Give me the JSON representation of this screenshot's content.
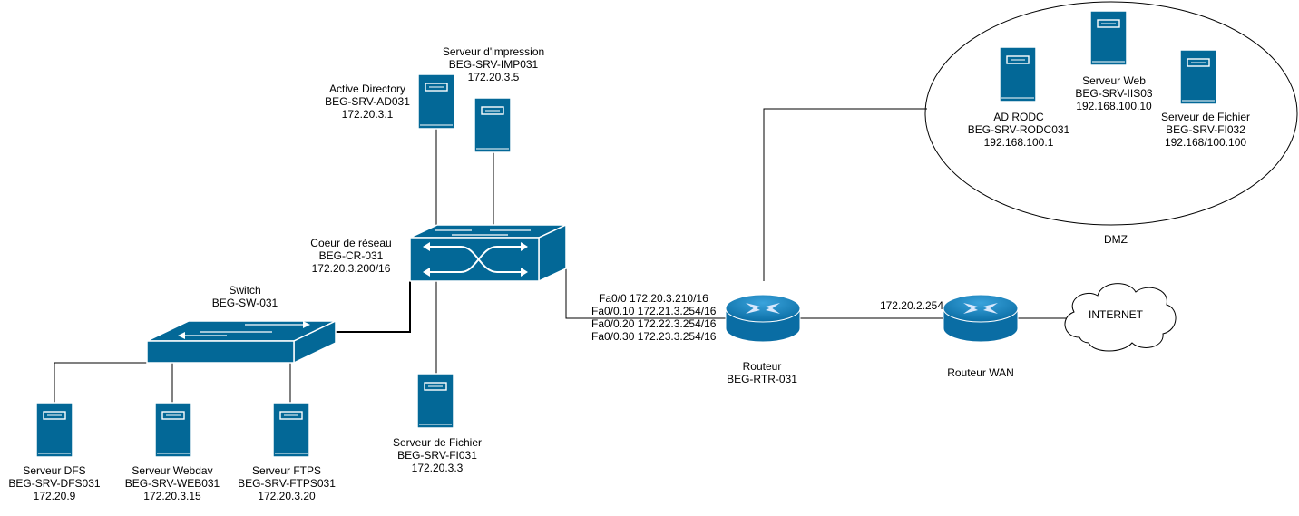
{
  "servers": {
    "active_directory": {
      "role": "Active Directory",
      "hostname": "BEG-SRV-AD031",
      "ip": "172.20.3.1"
    },
    "print": {
      "role": "Serveur d'impression",
      "hostname": "BEG-SRV-IMP031",
      "ip": "172.20.3.5"
    },
    "file_main": {
      "role": "Serveur de Fichier",
      "hostname": "BEG-SRV-FI031",
      "ip": "172.20.3.3"
    },
    "dfs": {
      "role": "Serveur DFS",
      "hostname": "BEG-SRV-DFS031",
      "ip": "172.20.9"
    },
    "webdav": {
      "role": "Serveur Webdav",
      "hostname": "BEG-SRV-WEB031",
      "ip": "172.20.3.15"
    },
    "ftps": {
      "role": "Serveur FTPS",
      "hostname": "BEG-SRV-FTPS031",
      "ip": "172.20.3.20"
    },
    "rodc": {
      "role": "AD RODC",
      "hostname": "BEG-SRV-RODC031",
      "ip": "192.168.100.1"
    },
    "web": {
      "role": "Serveur Web",
      "hostname": "BEG-SRV-IIS03",
      "ip": "192.168.100.10"
    },
    "file_dmz": {
      "role": "Serveur de Fichier",
      "hostname": "BEG-SRV-FI032",
      "ip": "192.168/100.100"
    }
  },
  "core_switch": {
    "role": "Coeur de réseau",
    "hostname": "BEG-CR-031",
    "ip": "172.20.3.200/16"
  },
  "access_switch": {
    "role": "Switch",
    "hostname": "BEG-SW-031"
  },
  "router": {
    "role": "Routeur",
    "hostname": "BEG-RTR-031",
    "interfaces": [
      "Fa0/0 172.20.3.210/16",
      "Fa0/0.10 172.21.3.254/16",
      "Fa0/0.20 172.22.3.254/16",
      "Fa0/0.30 172.23.3.254/16"
    ]
  },
  "wan_router": {
    "role": "Routeur WAN",
    "ip": "172.20.2.254"
  },
  "internet": {
    "label": "INTERNET"
  },
  "dmz": {
    "label": "DMZ"
  },
  "colors": {
    "device_fill": "#036897",
    "device_stroke": "#ffffff",
    "router_light": "#dae8fc",
    "line": "#000000",
    "text": "#000000"
  }
}
